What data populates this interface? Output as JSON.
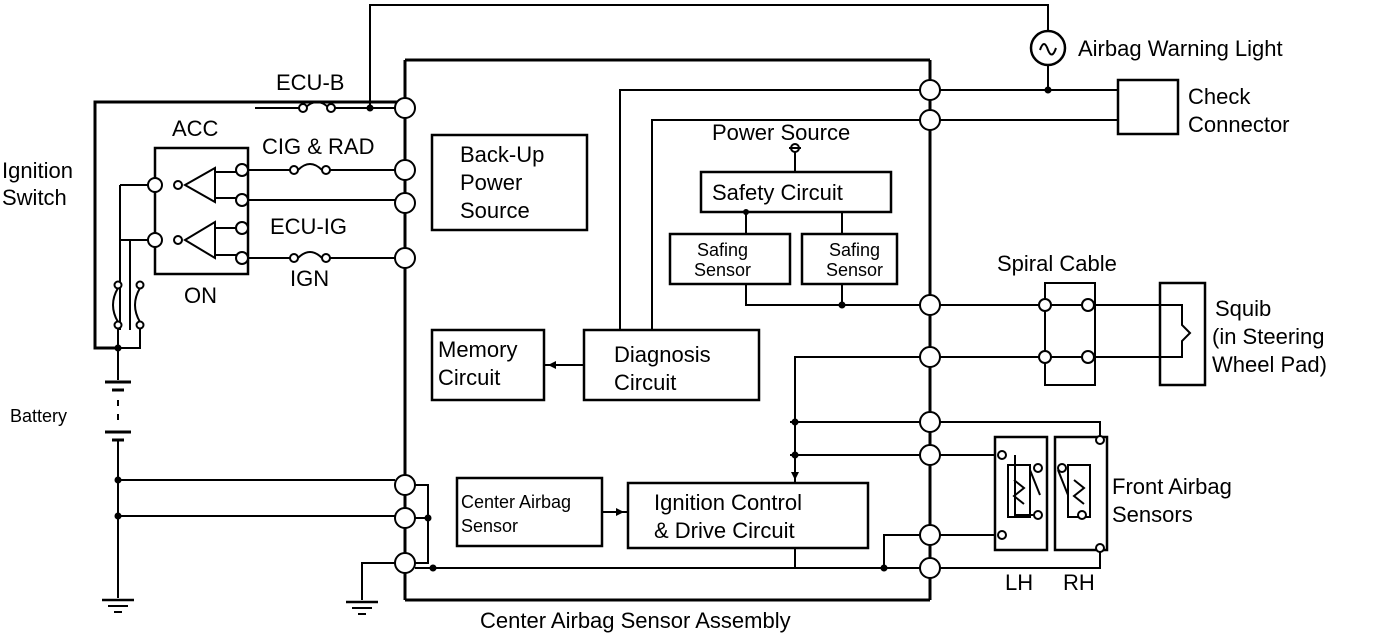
{
  "labels": {
    "ecu_b": "ECU-B",
    "acc": "ACC",
    "cig_rad": "CIG & RAD",
    "ecu_ig": "ECU-IG",
    "ign": "IGN",
    "on": "ON",
    "ignition_switch_1": "Ignition",
    "ignition_switch_2": "Switch",
    "battery": "Battery",
    "backup_1": "Back-Up",
    "backup_2": "Power",
    "backup_3": "Source",
    "memory_1": "Memory",
    "memory_2": "Circuit",
    "diagnosis_1": "Diagnosis",
    "diagnosis_2": "Circuit",
    "power_source": "Power Source",
    "safety_circuit": "Safety Circuit",
    "safing_1": "Safing",
    "safing_2": "Sensor",
    "center_sensor_1": "Center Airbag",
    "center_sensor_2": "Sensor",
    "ignition_control_1": "Ignition Control",
    "ignition_control_2": "& Drive Circuit",
    "airbag_warning_light": "Airbag Warning Light",
    "check_1": "Check",
    "check_2": "Connector",
    "spiral_cable": "Spiral Cable",
    "squib_1": "Squib",
    "squib_2": "(in Steering",
    "squib_3": "Wheel Pad)",
    "front_sensors_1": "Front Airbag",
    "front_sensors_2": "Sensors",
    "lh": "LH",
    "rh": "RH",
    "assembly": "Center Airbag Sensor Assembly"
  }
}
